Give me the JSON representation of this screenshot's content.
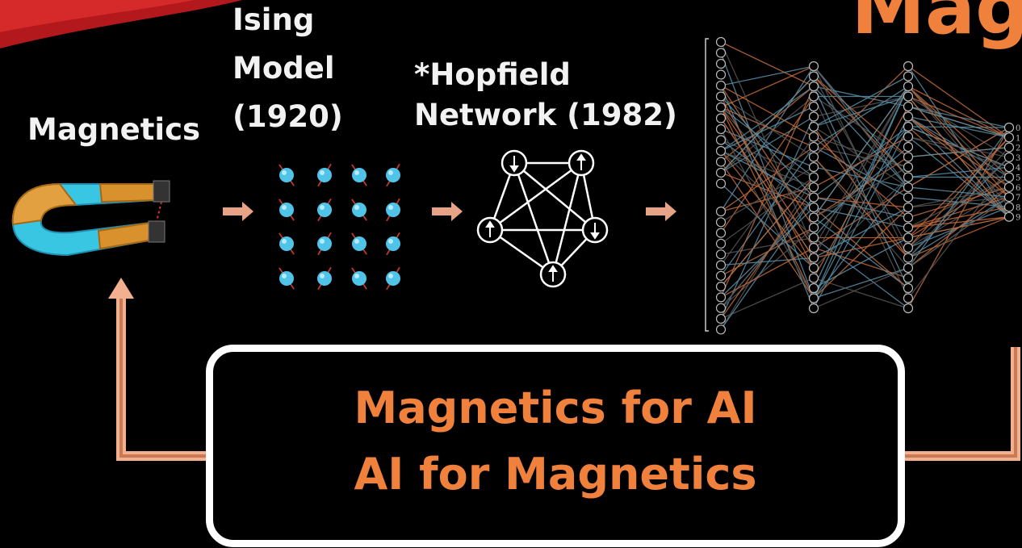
{
  "diagram": {
    "heading_partial": "Mag",
    "stages": {
      "magnetics_label": "Magnetics",
      "ising_line1": "Ising",
      "ising_line2": "Model",
      "ising_line3": "(1920)",
      "hopfield_line1": "*Hopfield",
      "hopfield_line2": "Network (1982)"
    },
    "output_node_labels": [
      "0",
      "1",
      "2",
      "3",
      "4",
      "5",
      "6",
      "7",
      "8",
      "9"
    ],
    "box": {
      "line1": "Magnetics for AI",
      "line2": "AI for Magnetics"
    },
    "colors": {
      "accent": "#f0813c",
      "arrow": "#e8a286",
      "magnet_orange": "#d9912e",
      "magnet_cyan": "#39c6e3",
      "edge_orange": "#c06a3a",
      "edge_blue": "#5a8fa6"
    }
  }
}
